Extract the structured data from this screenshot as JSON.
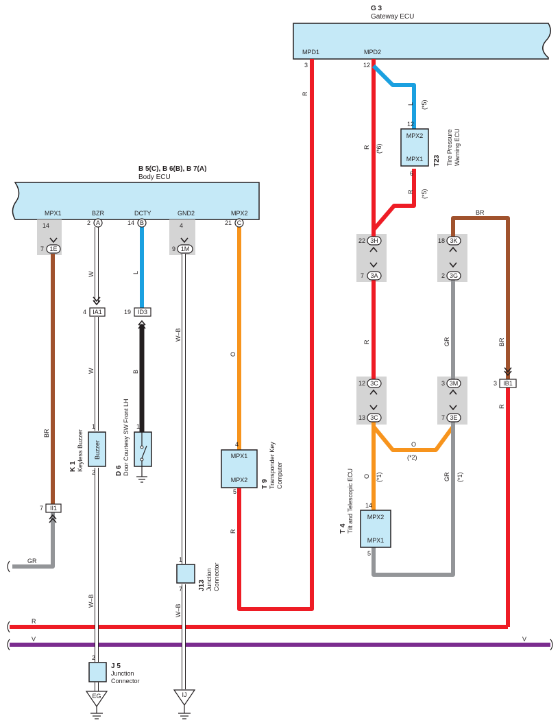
{
  "components": {
    "gateway": {
      "code": "G 3",
      "name": "Gateway ECU",
      "pins": [
        "MPD1",
        "MPD2"
      ]
    },
    "body_ecu": {
      "code": "B 5(C), B 6(B), B 7(A)",
      "name": "Body ECU",
      "pins": [
        "MPX1",
        "BZR",
        "DCTY",
        "GND2",
        "MPX2"
      ]
    },
    "tpms": {
      "code": "T23",
      "name1": "Tire Pressure",
      "name2": "Warning ECU",
      "p1": "MPX2",
      "p2": "MPX1"
    },
    "buzzer": {
      "code": "K 1",
      "name": "Keyless Buzzer",
      "label": "Buzzer"
    },
    "door_sw": {
      "code": "D 6",
      "name": "Door Courtesy SW Front LH"
    },
    "transponder": {
      "code": "T 9",
      "name1": "Transponder Key",
      "name2": "Computer",
      "p1": "MPX1",
      "p2": "MPX2"
    },
    "tilt": {
      "code": "T 4",
      "name": "Tilt and Telescopic ECU",
      "p1": "MPX2",
      "p2": "MPX1"
    },
    "j13": {
      "code": "J13",
      "name1": "Junction",
      "name2": "Connector"
    },
    "j5": {
      "code": "J 5",
      "name1": "Junction",
      "name2": "Connector"
    }
  },
  "connectors": {
    "c1E": "1E",
    "cA": "A",
    "cB": "B",
    "cC": "C",
    "c1M": "1M",
    "IA1": "IA1",
    "ID3": "ID3",
    "II1": "II1",
    "IB1": "IB1",
    "c3H": "3H",
    "c3A": "3A",
    "c3K": "3K",
    "c3G": "3G",
    "c3C_top": "3C",
    "c3C_bot": "3C",
    "c3M": "3M",
    "c3E": "3E",
    "EG": "EG",
    "IJ": "IJ"
  },
  "pins": {
    "p3": "3",
    "p12a": "12",
    "p12b": "12",
    "p6": "6",
    "p14a": "14",
    "p7a": "7",
    "p2a": "2",
    "p14b": "14",
    "p4a": "4",
    "p9": "9",
    "p21": "21",
    "p4b": "4",
    "p19": "19",
    "p22": "22",
    "p7b": "7",
    "p18": "18",
    "p2b": "2",
    "p12c": "12",
    "p13": "13",
    "p3b": "3",
    "p7c": "7",
    "p3c": "3",
    "p1a": "1",
    "p2c": "2",
    "p1b": "1",
    "p4c": "4",
    "p5a": "5",
    "p14c": "14",
    "p5b": "5",
    "p7d": "7",
    "p1c": "1",
    "p7e": "7",
    "p2d": "2"
  },
  "wire_labels": {
    "R1": "R",
    "L1": "L",
    "R6": "R",
    "R5": "R",
    "BR_top": "BR",
    "BR_right": "BR",
    "R_mid": "R",
    "GR_mid": "GR",
    "R_right": "R",
    "O_mid": "O",
    "O_tilt": "O",
    "GR_tilt": "GR",
    "W1": "W",
    "L2": "L",
    "W2": "W",
    "B1": "B",
    "WB1": "W–B",
    "O1": "O",
    "BR_left": "BR",
    "R_t9": "R",
    "GR_left": "GR",
    "WB2": "W–B",
    "WB3": "W–B",
    "R_bus": "R",
    "V_bus": "V",
    "V_bus2": "V"
  },
  "notes": {
    "n5a": "(*5)",
    "n6": "(*6)",
    "n5b": "(*5)",
    "n2": "(*2)",
    "n1a": "(*1)",
    "n1b": "(*1)"
  },
  "colors": {
    "R": "#ee1c25",
    "L": "#1aa0e0",
    "O": "#f7941d",
    "BR": "#a0522d",
    "GR": "#939598",
    "V": "#7b2c8f",
    "ECU": "#c5e9f7"
  }
}
